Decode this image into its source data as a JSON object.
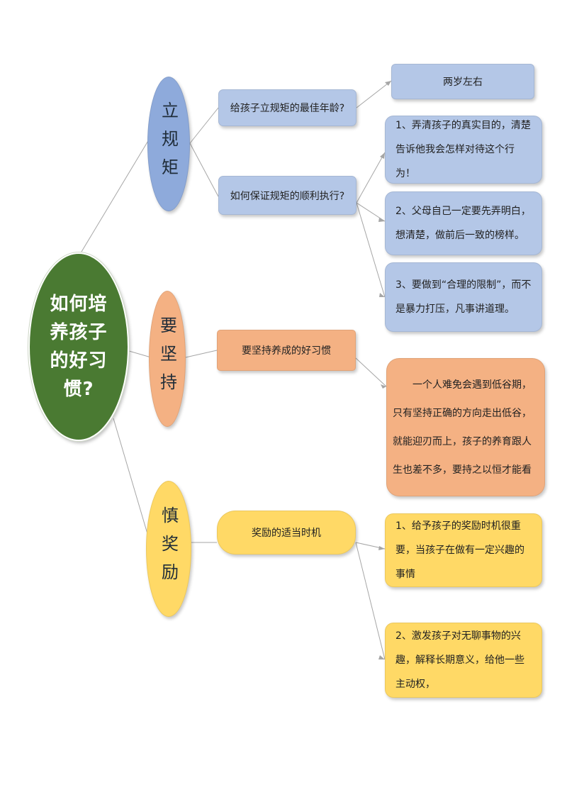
{
  "root": {
    "title": "如何培养孩子的好习惯?"
  },
  "branches": [
    {
      "label": "立规矩"
    },
    {
      "label": "要坚持"
    },
    {
      "label": "慎奖励"
    }
  ],
  "topics": [
    {
      "text": "给孩子立规矩的最佳年龄?"
    },
    {
      "text": "如何保证规矩的顺利执行?"
    },
    {
      "text": "要坚持养成的好习惯"
    },
    {
      "text": "奖励的适当时机"
    }
  ],
  "details": [
    {
      "text": "两岁左右"
    },
    {
      "text": "1、弄清孩子的真实目的，清楚告诉他我会怎样对待这个行为！"
    },
    {
      "text": "2、父母自己一定要先弄明白，想清楚，做前后一致的榜样。"
    },
    {
      "text": "3、要做到“合理的限制”，而不是暴力打压，凡事讲道理。"
    },
    {
      "text": "一个人难免会遇到低谷期，只有坚持正确的方向走出低谷，就能迎刃而上，孩子的养育跟人生也差不多，要持之以恒才能看"
    },
    {
      "text": "1、给予孩子的奖励时机很重要，当孩子在做有一定兴趣的事情"
    },
    {
      "text": "2、激发孩子对无聊事物的兴趣，解释长期意义，给他一些主动权，"
    }
  ],
  "colors": {
    "root": "#4a7a32",
    "blue_branch": "#8eaadb",
    "blue_box": "#b4c7e7",
    "orange": "#f4b183",
    "yellow": "#ffd966",
    "connector": "#a6a6a6"
  }
}
